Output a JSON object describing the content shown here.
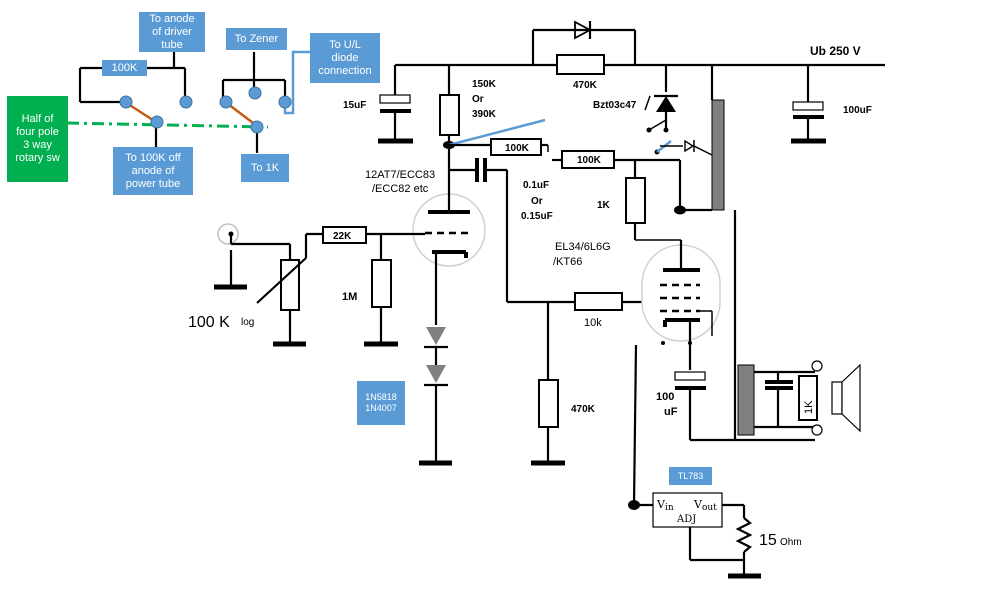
{
  "supply": {
    "label": "Ub 250 V"
  },
  "switch_notes": {
    "rotary": "Half of\nfour pole\n3 way\nrotary sw",
    "anode_driver": "To anode\nof driver\ntube",
    "zener": "To Zener",
    "ul_diode": "To U/L\ndiode\nconnection",
    "anode_power": "To 100K off\nanode of\npower tube",
    "to_1k": "To 1K",
    "r_100k": "100K"
  },
  "components": {
    "c_15uf": "15uF",
    "r_150k": "150K",
    "r_or_1": "Or",
    "r_390k": "390K",
    "r_470k_top": "470K",
    "zener": "Bzt03c47",
    "c_100uf": "100uF",
    "r_100k_a": "100K",
    "r_100k_b": "100K",
    "driver_tube_1": "12AT7/ECC83",
    "driver_tube_2": "/ECC82 etc",
    "c_coupling_1": "0.1uF",
    "c_coupling_or": "Or",
    "c_coupling_2": "0.15uF",
    "r_1k": "1K",
    "r_22k": "22K",
    "power_tube_1": "EL34/6L6G",
    "power_tube_2": "/KT66",
    "r_1m": "1M",
    "pot": "100 K",
    "pot_taper": "log",
    "r_10k": "10k",
    "diodes": "1N5818\n1N4007",
    "r_470k_grid": "470K",
    "c_cathode_1": "100",
    "c_cathode_2": "uF",
    "r_1k_speaker": "1K",
    "regulator": "TL783",
    "reg_vin": "V",
    "reg_vin_sub": "in",
    "reg_vout": "V",
    "reg_vout_sub": "out",
    "reg_adj": "ADJ",
    "r_15ohm": "15",
    "r_15ohm_unit": "Ohm"
  }
}
